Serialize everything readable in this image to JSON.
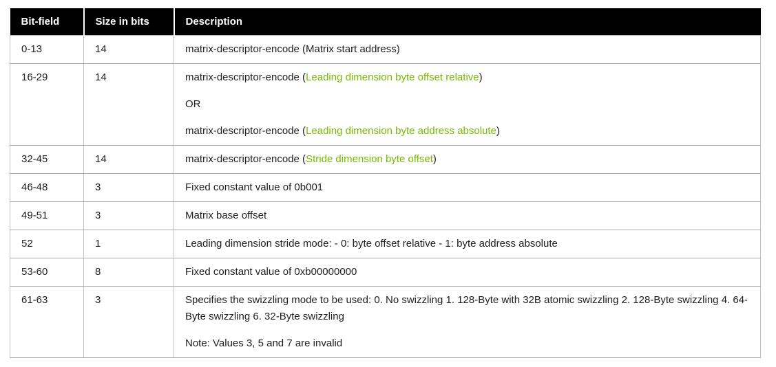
{
  "accent_green": "#76b900",
  "header_bg": "#000000",
  "header_text_color": "#ffffff",
  "table": {
    "headers": [
      "Bit-field",
      "Size in bits",
      "Description"
    ],
    "rows": [
      {
        "bitfield": "0-13",
        "size": "14",
        "description": [
          [
            {
              "text": "matrix-descriptor-encode (Matrix start address)",
              "link": false
            }
          ]
        ]
      },
      {
        "bitfield": "16-29",
        "size": "14",
        "description": [
          [
            {
              "text": "matrix-descriptor-encode (",
              "link": false
            },
            {
              "text": "Leading dimension byte offset relative",
              "link": true
            },
            {
              "text": ")",
              "link": false
            }
          ],
          [
            {
              "text": "OR",
              "link": false
            }
          ],
          [
            {
              "text": "matrix-descriptor-encode (",
              "link": false
            },
            {
              "text": "Leading dimension byte address absolute",
              "link": true
            },
            {
              "text": ")",
              "link": false
            }
          ]
        ]
      },
      {
        "bitfield": "32-45",
        "size": "14",
        "description": [
          [
            {
              "text": "matrix-descriptor-encode (",
              "link": false
            },
            {
              "text": "Stride dimension byte offset",
              "link": true
            },
            {
              "text": ")",
              "link": false
            }
          ]
        ]
      },
      {
        "bitfield": "46-48",
        "size": "3",
        "description": [
          [
            {
              "text": "Fixed constant value of 0b001",
              "link": false
            }
          ]
        ]
      },
      {
        "bitfield": "49-51",
        "size": "3",
        "description": [
          [
            {
              "text": "Matrix base offset",
              "link": false
            }
          ]
        ]
      },
      {
        "bitfield": "52",
        "size": "1",
        "description": [
          [
            {
              "text": "Leading dimension stride mode: - 0: byte offset relative - 1: byte address absolute",
              "link": false
            }
          ]
        ]
      },
      {
        "bitfield": "53-60",
        "size": "8",
        "description": [
          [
            {
              "text": "Fixed constant value of 0xb00000000",
              "link": false
            }
          ]
        ]
      },
      {
        "bitfield": "61-63",
        "size": "3",
        "description": [
          [
            {
              "text": "Specifies the swizzling mode to be used: 0. No swizzling 1. 128-Byte with 32B atomic swizzling 2. 128-Byte swizzling 4. 64-Byte swizzling 6. 32-Byte swizzling",
              "link": false
            }
          ],
          [
            {
              "text": "Note: Values 3, 5 and 7 are invalid",
              "link": false
            }
          ]
        ]
      }
    ]
  }
}
